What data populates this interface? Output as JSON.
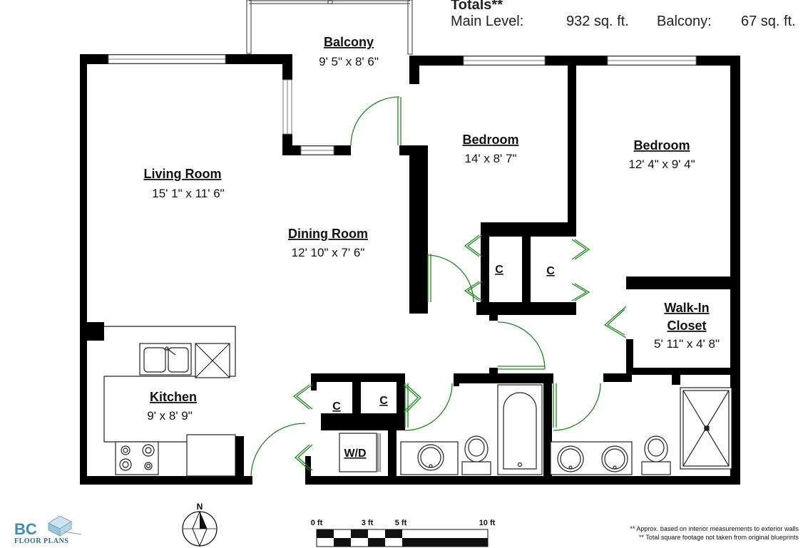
{
  "totals": {
    "heading": "Totals**",
    "main_label": "Main Level:",
    "main_value": "932 sq. ft.",
    "balcony_label": "Balcony:",
    "balcony_value": "67 sq. ft."
  },
  "rooms": {
    "balcony": {
      "name": "Balcony",
      "dims": "9' 5\" x 8' 6\""
    },
    "living": {
      "name": "Living Room",
      "dims": "15' 1\" x 11' 6\""
    },
    "dining": {
      "name": "Dining Room",
      "dims": "12' 10\" x 7' 6\""
    },
    "bedroom1": {
      "name": "Bedroom",
      "dims": "14' x 8' 7\""
    },
    "bedroom2": {
      "name": "Bedroom",
      "dims": "12' 4\" x 9' 4\""
    },
    "walkin": {
      "name1": "Walk-In",
      "name2": "Closet",
      "dims": "5' 11\" x 4' 8\""
    },
    "kitchen": {
      "name": "Kitchen",
      "dims": "9' x 8' 9\""
    }
  },
  "closets": {
    "label": "C"
  },
  "laundry": {
    "label": "W/D"
  },
  "compass": {
    "label": "N"
  },
  "scale": {
    "t0": "0 ft",
    "t3": "3 ft",
    "t5": "5 ft",
    "t10": "10 ft"
  },
  "logo": {
    "bc": "BC",
    "sub": "FLOOR PLANS"
  },
  "notes": {
    "line1": "** Approx. based on interior measurements to exterior walls",
    "line2": "** Total square footage not taken from original blueprints"
  },
  "colors": {
    "wall": "#000000",
    "door": "#1a8a1a",
    "window": "#9a9a9a",
    "logo": "#3a8fb8"
  }
}
